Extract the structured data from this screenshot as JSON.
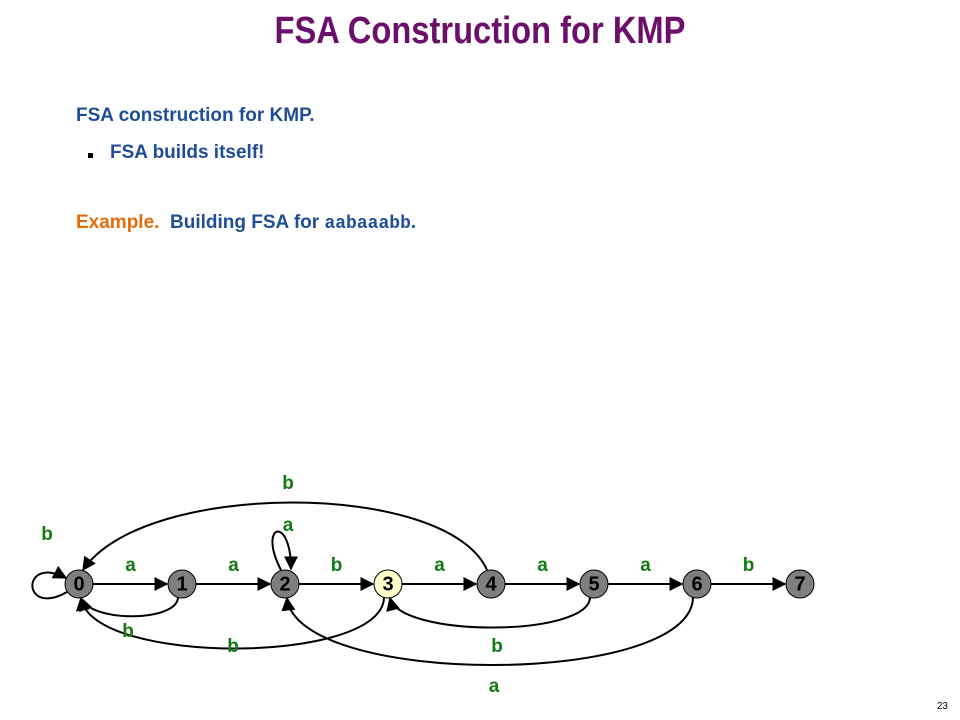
{
  "title": "FSA Construction for KMP",
  "body": {
    "line1": "FSA construction for KMP.",
    "bullet1": "FSA builds itself!",
    "example_label": "Example.",
    "example_text": "Building FSA for ",
    "pattern": "aabaaabb",
    "example_end": "."
  },
  "diagram": {
    "states": [
      "0",
      "1",
      "2",
      "3",
      "4",
      "5",
      "6",
      "7"
    ],
    "current_state": "3",
    "colors": {
      "node": "#7f7f7f",
      "current_node": "#ffffcc",
      "label": "#137a13",
      "edge": "#000000"
    },
    "edges": [
      {
        "from": "0",
        "to": "1",
        "label": "a"
      },
      {
        "from": "1",
        "to": "2",
        "label": "a"
      },
      {
        "from": "2",
        "to": "3",
        "label": "b"
      },
      {
        "from": "3",
        "to": "4",
        "label": "a"
      },
      {
        "from": "4",
        "to": "5",
        "label": "a"
      },
      {
        "from": "5",
        "to": "6",
        "label": "a"
      },
      {
        "from": "6",
        "to": "7",
        "label": "b"
      },
      {
        "from": "0",
        "to": "0",
        "label": "b"
      },
      {
        "from": "1",
        "to": "0",
        "label": "b"
      },
      {
        "from": "2",
        "to": "2",
        "label": "a"
      },
      {
        "from": "3",
        "to": "0",
        "label": "b"
      },
      {
        "from": "4",
        "to": "0",
        "label": "b"
      },
      {
        "from": "5",
        "to": "3",
        "label": "b"
      },
      {
        "from": "6",
        "to": "2",
        "label": "a"
      }
    ]
  },
  "page_number": "23"
}
